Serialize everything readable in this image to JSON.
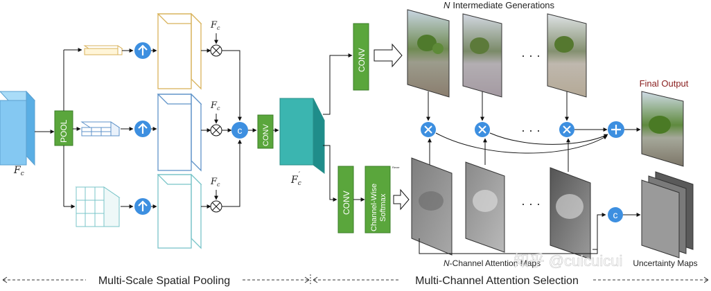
{
  "labels": {
    "intermediate_title_n": "N",
    "intermediate_title": "Intermediate Generations",
    "final_output": "Final Output",
    "attention_maps_n": "N",
    "attention_maps": "-Channel Attention Maps",
    "uncertainty_maps": "Uncertainty Maps",
    "multi_scale": "Multi-Scale Spatial  Pooling",
    "multi_channel": "Multi-Channel Attention Selection",
    "pool": "POOL",
    "conv": "CONV",
    "softmax_line1": "Channel-Wise",
    "softmax_line2": "Softmax",
    "fc": "F",
    "fc_sub": "c",
    "fc_prime_sub": "c",
    "fc_prime_sup": "′",
    "concat": "c",
    "dots": "· · ·",
    "watermark": "知乎 @cuicuicui",
    "tiny_note": "Rever"
  },
  "colors": {
    "blue_node": "#3d8fe0",
    "conv_green": "#5aa63c",
    "input_blue": "#7ec3f0",
    "teal_feature": "#3bb5b0",
    "gold_branch": "#d8b25a",
    "blue_branch": "#5e92c8",
    "cyan_branch": "#78c4c8",
    "final_output_red": "#8a2020"
  },
  "icons": [
    "upsample-arrow-icon",
    "multiply-icon",
    "plus-icon",
    "concat-icon"
  ]
}
